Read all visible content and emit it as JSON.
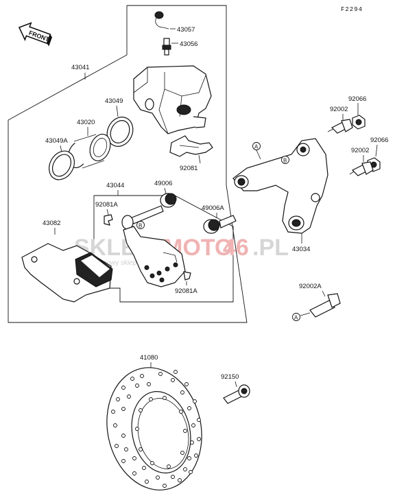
{
  "figure_code": "F2294",
  "front_arrow_label": "FRONT",
  "watermark": {
    "brand_part1": "SKLEP",
    "brand_part2": "MOTO",
    "brand_part3": "46",
    "brand_part4": ".PL",
    "tagline": "internetowy sklep motocyklowy"
  },
  "callouts": {
    "p43057": "43057",
    "p43056": "43056",
    "p43041": "43041",
    "p43049": "43049",
    "p43020": "43020",
    "p43049A": "43049A",
    "p92081": "92081",
    "p43044": "43044",
    "p49006": "49006",
    "p92081A_top": "92081A",
    "p49006A": "49006A",
    "p43082": "43082",
    "p92081A_bottom": "92081A",
    "p92066_top": "92066",
    "p92002_top": "92002",
    "p92066_bottom": "92066",
    "p92002_bottom": "92002",
    "p43034": "43034",
    "p92002A": "92002A",
    "p41080": "41080",
    "p92150": "92150"
  },
  "reference_marks": {
    "a1": "A",
    "b1": "B",
    "b2": "B",
    "a2": "A"
  }
}
